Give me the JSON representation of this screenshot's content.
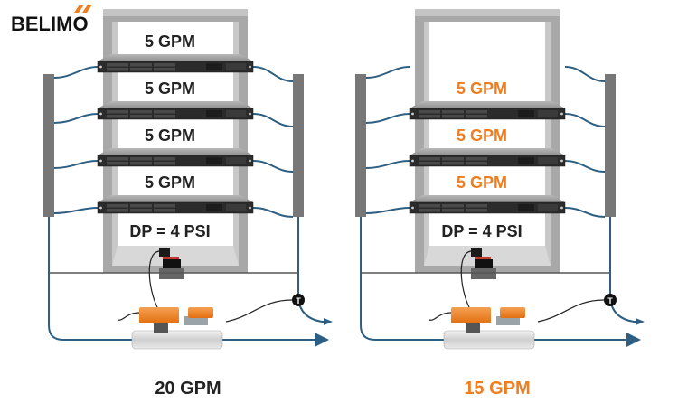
{
  "logo": {
    "text": "BELIMO",
    "accent_color": "#f07d1e"
  },
  "colors": {
    "orange": "#f07d1e",
    "dark_text": "#222222",
    "pipe": "#2e5f82",
    "rack_frame": "#a9a9a9",
    "manifold": "#777777"
  },
  "left_rack": {
    "server_labels": [
      "5 GPM",
      "5 GPM",
      "5 GPM",
      "5 GPM"
    ],
    "dp_label": "DP = 4 PSI",
    "total_label": "20 GPM",
    "server_count": 4
  },
  "right_rack": {
    "server_labels": [
      "5 GPM",
      "5 GPM",
      "5 GPM"
    ],
    "dp_label": "DP = 4 PSI",
    "total_label": "15 GPM",
    "server_count": 3
  },
  "sensor_label": "T"
}
